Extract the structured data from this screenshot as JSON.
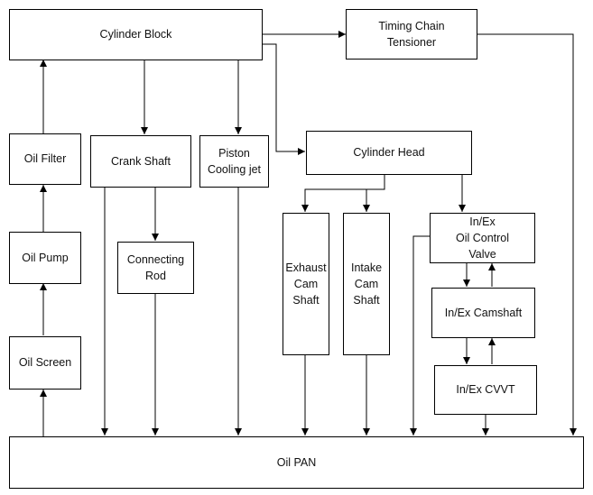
{
  "boxes": {
    "cylinder_block": [
      "Cylinder Block"
    ],
    "timing_chain_tensioner": [
      "Timing Chain",
      "Tensioner"
    ],
    "oil_filter": [
      "Oil Filter"
    ],
    "crank_shaft": [
      "Crank Shaft"
    ],
    "piston_cooling_jet": [
      "Piston",
      "Cooling jet"
    ],
    "cylinder_head": [
      "Cylinder Head"
    ],
    "oil_pump": [
      "Oil Pump"
    ],
    "connecting_rod": [
      "Connecting",
      "Rod"
    ],
    "exhaust_cam_shaft": [
      "Exhaust",
      "Cam",
      "Shaft"
    ],
    "intake_cam_shaft": [
      "Intake",
      "Cam",
      "Shaft"
    ],
    "oil_control_valve": [
      "In/Ex",
      "Oil Control",
      "Valve"
    ],
    "camshaft": [
      "In/Ex Camshaft"
    ],
    "oil_screen": [
      "Oil Screen"
    ],
    "cvvt": [
      "In/Ex CVVT"
    ],
    "oil_pan": [
      "Oil PAN"
    ]
  },
  "connections": [
    [
      "cylinder_block",
      "timing_chain_tensioner"
    ],
    [
      "cylinder_block",
      "crank_shaft"
    ],
    [
      "cylinder_block",
      "piston_cooling_jet"
    ],
    [
      "cylinder_block",
      "cylinder_head"
    ],
    [
      "oil_screen",
      "oil_pump"
    ],
    [
      "oil_pump",
      "oil_filter"
    ],
    [
      "oil_filter",
      "cylinder_block"
    ],
    [
      "crank_shaft",
      "connecting_rod"
    ],
    [
      "cylinder_head",
      "exhaust_cam_shaft"
    ],
    [
      "cylinder_head",
      "intake_cam_shaft"
    ],
    [
      "cylinder_head",
      "oil_control_valve"
    ],
    [
      "oil_control_valve",
      "camshaft"
    ],
    [
      "camshaft",
      "oil_control_valve"
    ],
    [
      "camshaft",
      "cvvt"
    ],
    [
      "cvvt",
      "camshaft"
    ],
    [
      "crank_shaft",
      "oil_pan"
    ],
    [
      "connecting_rod",
      "oil_pan"
    ],
    [
      "piston_cooling_jet",
      "oil_pan"
    ],
    [
      "exhaust_cam_shaft",
      "oil_pan"
    ],
    [
      "intake_cam_shaft",
      "oil_pan"
    ],
    [
      "oil_control_valve",
      "oil_pan"
    ],
    [
      "cvvt",
      "oil_pan"
    ],
    [
      "timing_chain_tensioner",
      "oil_pan"
    ],
    [
      "oil_pan",
      "oil_screen"
    ]
  ]
}
